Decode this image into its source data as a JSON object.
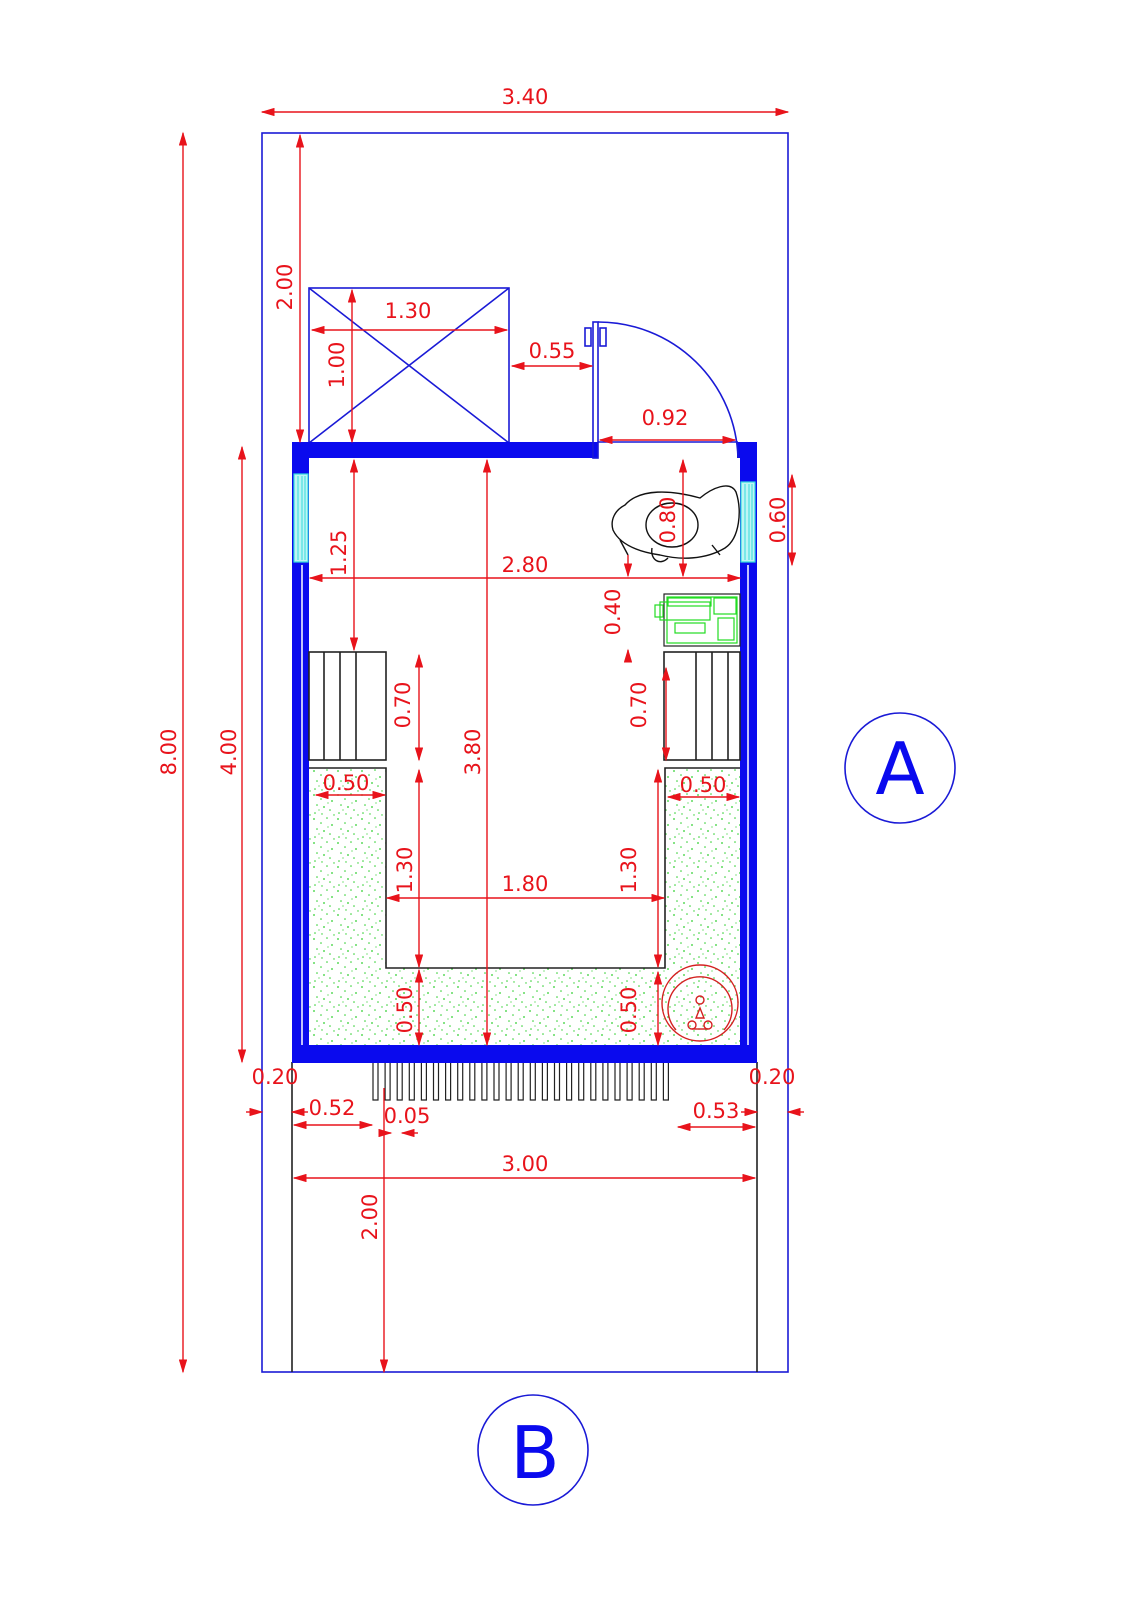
{
  "drawing": {
    "type": "architectural floor plan",
    "colors": {
      "outline": "#1a1ad6",
      "walls": "#0a0aee",
      "dimensions": "#e8131b",
      "planting": "#22cc22",
      "window": "#33dddd",
      "equipment": "#22dd22"
    },
    "markers": {
      "right": "A",
      "bottom": "B"
    },
    "dimensions": {
      "overall_width": "3.40",
      "overall_length": "8.00",
      "building_length": "4.00",
      "front_setback": "2.00",
      "back_yard": "2.00",
      "box_width": "1.30",
      "box_depth": "1.00",
      "box_to_door": "0.55",
      "door_width": "0.92",
      "side_window": "0.60",
      "interior_width": "2.80",
      "interior_depth": "3.80",
      "window_offset": "1.25",
      "figure_clearance": "0.80",
      "counter_gap": "0.40",
      "shelf_left": "0.70",
      "shelf_right": "0.70",
      "planter_left_width": "0.50",
      "planter_right_width": "0.50",
      "planter_left_depth": "1.30",
      "planter_right_depth": "1.30",
      "inner_width": "1.80",
      "planter_bottom_left": "0.50",
      "planter_bottom_right": "0.50",
      "side_gap_left": "0.20",
      "side_gap_right": "0.20",
      "grille_left_offset": "0.52",
      "grille_bar": "0.05",
      "grille_right_offset": "0.53",
      "rear_width": "3.00"
    }
  }
}
